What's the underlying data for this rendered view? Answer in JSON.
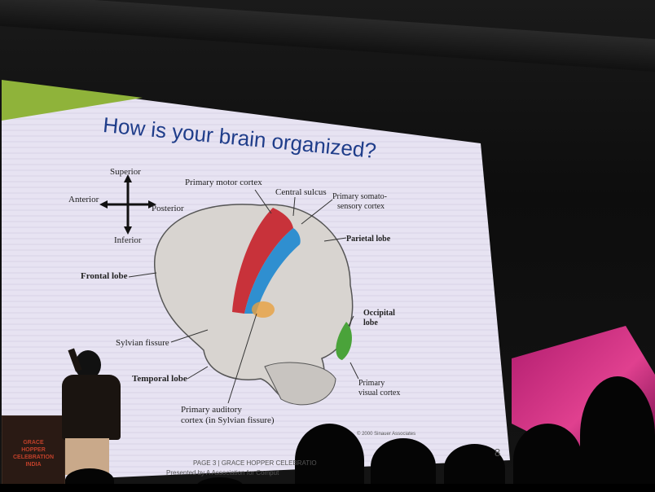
{
  "slide": {
    "title": "How is your brain organized?",
    "orientation": {
      "superior": "Superior",
      "inferior": "Inferior",
      "anterior": "Anterior",
      "posterior": "Posterior"
    },
    "labels": {
      "primary_motor_cortex": "Primary motor cortex",
      "central_sulcus": "Central sulcus",
      "somatosensory_1": "Primary somato-",
      "somatosensory_2": "sensory cortex",
      "parietal_lobe": "Parietal lobe",
      "frontal_lobe": "Frontal lobe",
      "occipital_1": "Occipital",
      "occipital_2": "lobe",
      "sylvian_fissure": "Sylvian fissure",
      "temporal_lobe": "Temporal lobe",
      "visual_1": "Primary",
      "visual_2": "visual cortex",
      "auditory_1": "Primary auditory",
      "auditory_2": "cortex (in Sylvian fissure)"
    },
    "copyright": "© 2000 Sinauer Associates",
    "footer_page": "PAGE 3  |  GRACE HOPPER CELEBRATIO",
    "footer_presented": "Presented by A    Association for Comput",
    "slide_number": "8"
  },
  "podium": {
    "logo_text": "GRACE HOPPER CELEBRATION INDIA"
  },
  "colors": {
    "title": "#1f3d8a",
    "motor": "#c8323a",
    "somato": "#2f8fd0",
    "visual": "#4aa33a",
    "auditory": "#e8a040"
  }
}
